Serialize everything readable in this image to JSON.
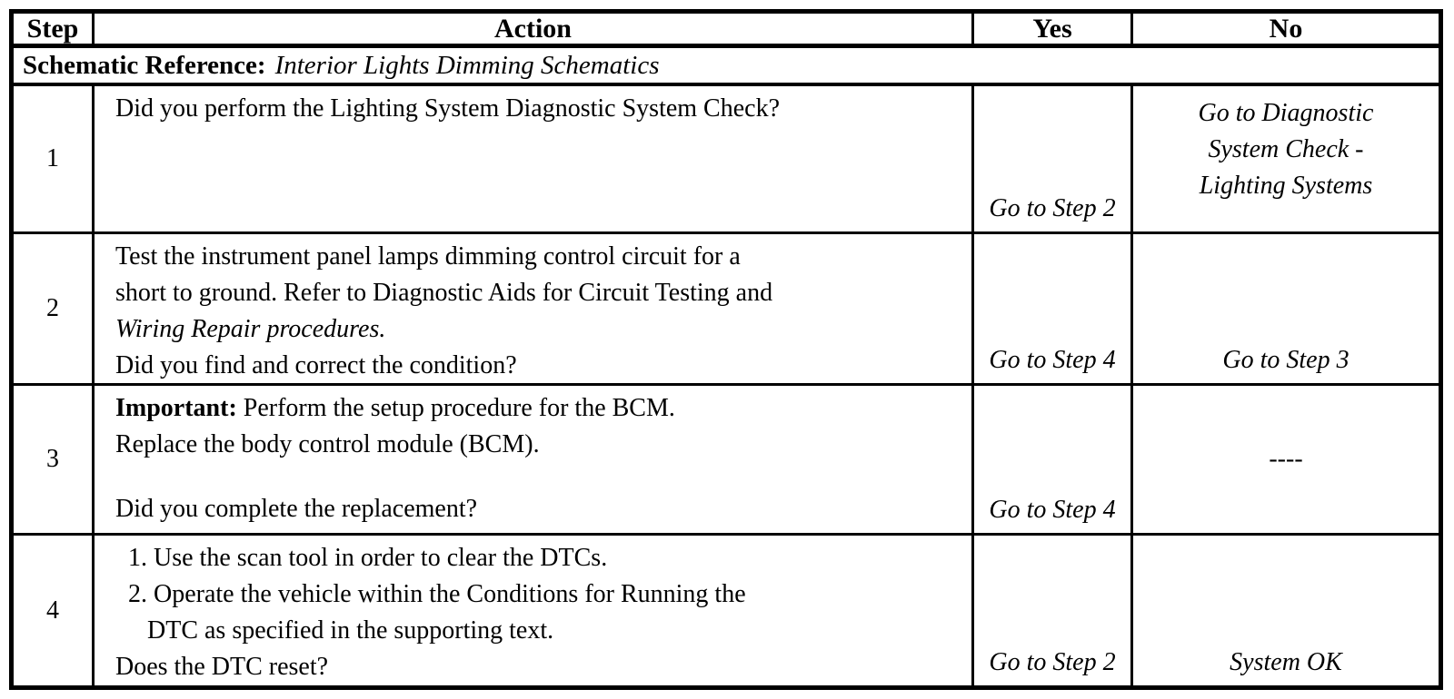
{
  "colors": {
    "background": "#ffffff",
    "border": "#000000",
    "text": "#000000"
  },
  "table": {
    "header": {
      "step": "Step",
      "action": "Action",
      "yes": "Yes",
      "no": "No"
    },
    "schematic_reference": {
      "label": "Schematic Reference:",
      "value": "Interior Lights Dimming Schematics"
    },
    "rows": [
      {
        "step": "1",
        "action": {
          "question": "Did you perform the Lighting System Diagnostic System Check?"
        },
        "yes": "Go to Step 2",
        "no": {
          "line1": "Go to Diagnostic",
          "line2": "System Check -",
          "line3": "Lighting Systems"
        }
      },
      {
        "step": "2",
        "action": {
          "line1": "Test the instrument panel lamps dimming control circuit for a",
          "line2": "short to ground. Refer to Diagnostic Aids for Circuit Testing and",
          "line3_italic": "Wiring Repair procedures.",
          "question": "Did you find and correct the condition?"
        },
        "yes": "Go to Step 4",
        "no": "Go to Step 3"
      },
      {
        "step": "3",
        "action": {
          "important_label": "Important:",
          "important_text": "Perform the setup procedure for the BCM.",
          "line2": "Replace the body control module (BCM).",
          "question": "Did you complete the replacement?"
        },
        "yes": "Go to Step 4",
        "no": "----"
      },
      {
        "step": "4",
        "action": {
          "item1": "1. Use the scan tool in order to clear the DTCs.",
          "item2": "2. Operate the vehicle within the Conditions for Running the",
          "item2_cont": "DTC as specified in the supporting text.",
          "question": "Does the DTC reset?"
        },
        "yes": "Go to Step 2",
        "no": "System OK"
      }
    ]
  }
}
